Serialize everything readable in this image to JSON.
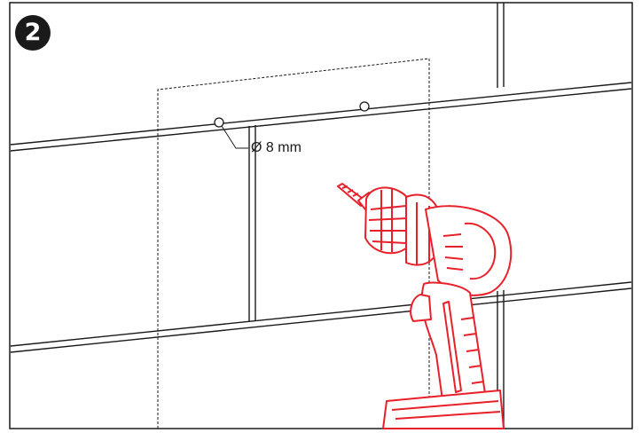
{
  "step": {
    "number": "2"
  },
  "annotation": {
    "hole_diameter": "Ø 8 mm"
  },
  "colors": {
    "line": "#1a1a1a",
    "drill": "#e8202a",
    "tile": "#ffffff",
    "paper": "#ffffff"
  },
  "icons": {
    "step_marker": "numbered-circle",
    "tool": "cordless-drill-icon"
  }
}
